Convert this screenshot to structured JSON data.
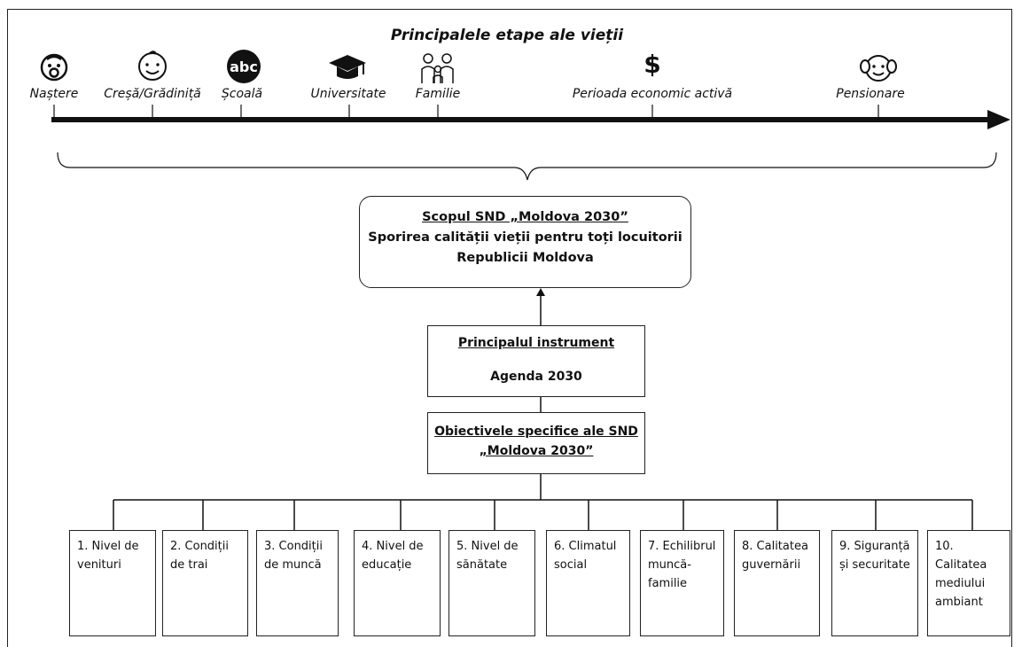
{
  "title": "Principalele etape ale vieții",
  "stages": [
    {
      "label": "Naștere",
      "icon": "baby-face-icon"
    },
    {
      "label": "Creșă/Grădiniță",
      "icon": "child-face-icon"
    },
    {
      "label": "Școală",
      "icon": "abc-badge-icon",
      "badge_text": "abc"
    },
    {
      "label": "Universitate",
      "icon": "graduation-cap-icon"
    },
    {
      "label": "Familie",
      "icon": "family-icon"
    },
    {
      "label": "Perioada economic activă",
      "icon": "dollar-icon",
      "symbol": "$"
    },
    {
      "label": "Pensionare",
      "icon": "elder-face-icon"
    }
  ],
  "goal_box": {
    "heading": "Scopul SND „Moldova 2030”",
    "line1": "Sporirea calității vieții pentru toți locuitorii",
    "line2": "Republicii Moldova"
  },
  "instrument_box": {
    "heading": "Principalul instrument",
    "value": "Agenda 2030"
  },
  "objectives_box": {
    "line1": "Obiectivele specifice ale SND",
    "line2": "„Moldova 2030”"
  },
  "objectives": [
    "1. Nivel de venituri",
    "2. Condiții de trai",
    "3. Condiții de muncă",
    "4. Nivel de educație",
    "5. Nivel de sănătate",
    "6. Climatul social",
    "7. Echilibrul muncă-familie",
    "8. Calitatea guvernării",
    "9. Siguranță și securitate",
    "10. Calitatea mediului ambiant"
  ],
  "colors": {
    "line": "#111111",
    "text": "#111111",
    "background": "#ffffff"
  }
}
